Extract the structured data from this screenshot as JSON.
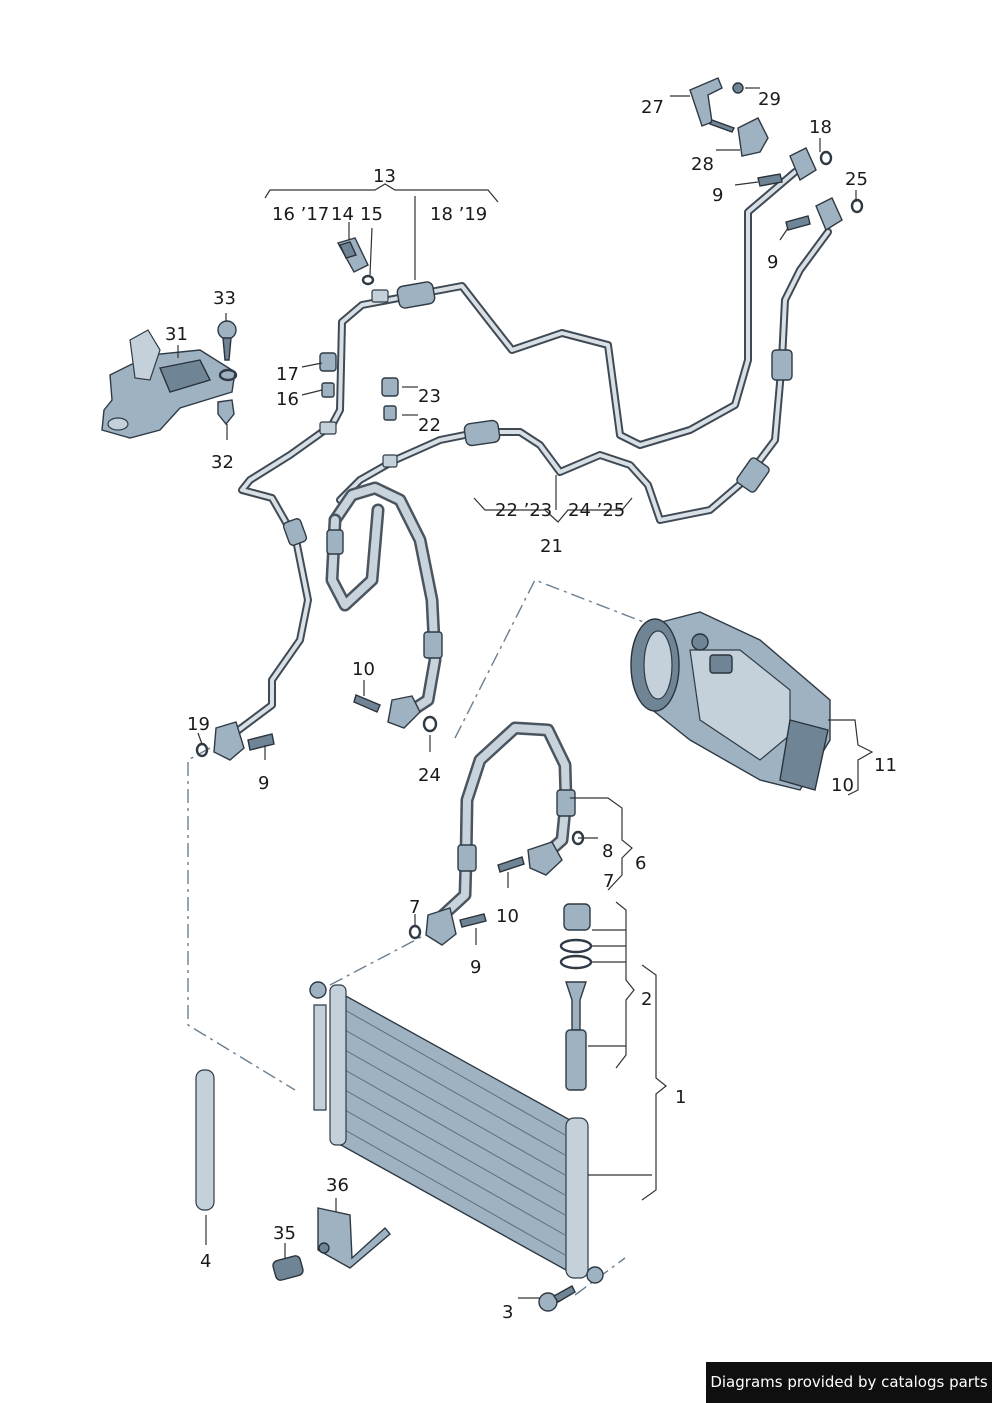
{
  "callouts": {
    "c1": "1",
    "c2": "2",
    "c3": "3",
    "c4": "4",
    "c6": "6",
    "c7a": "7",
    "c7b": "7",
    "c8": "8",
    "c9a": "9",
    "c9b": "9",
    "c9c": "9",
    "c9d": "9",
    "c10a": "10",
    "c10b": "10",
    "c10c": "10",
    "c11": "11",
    "c13": "13",
    "c14": "14",
    "c15": "15",
    "c16a": "16 ’17",
    "c16": "16",
    "c17": "17",
    "c18a": "18 ’19",
    "c18": "18",
    "c19": "19",
    "c21": "21",
    "c22a": "22 ’23",
    "c22": "22",
    "c23": "23",
    "c24a": "24 ’25",
    "c24": "24",
    "c25": "25",
    "c27": "27",
    "c28": "28",
    "c29": "29",
    "c31": "31",
    "c32": "32",
    "c33": "33",
    "c35": "35",
    "c36": "36"
  },
  "footer": {
    "credit": "Diagrams provided by catalogs parts"
  },
  "colors": {
    "part_fill": "#9fb2c1",
    "outline": "#2f3a44",
    "credit_bg": "#0f0f0f"
  }
}
